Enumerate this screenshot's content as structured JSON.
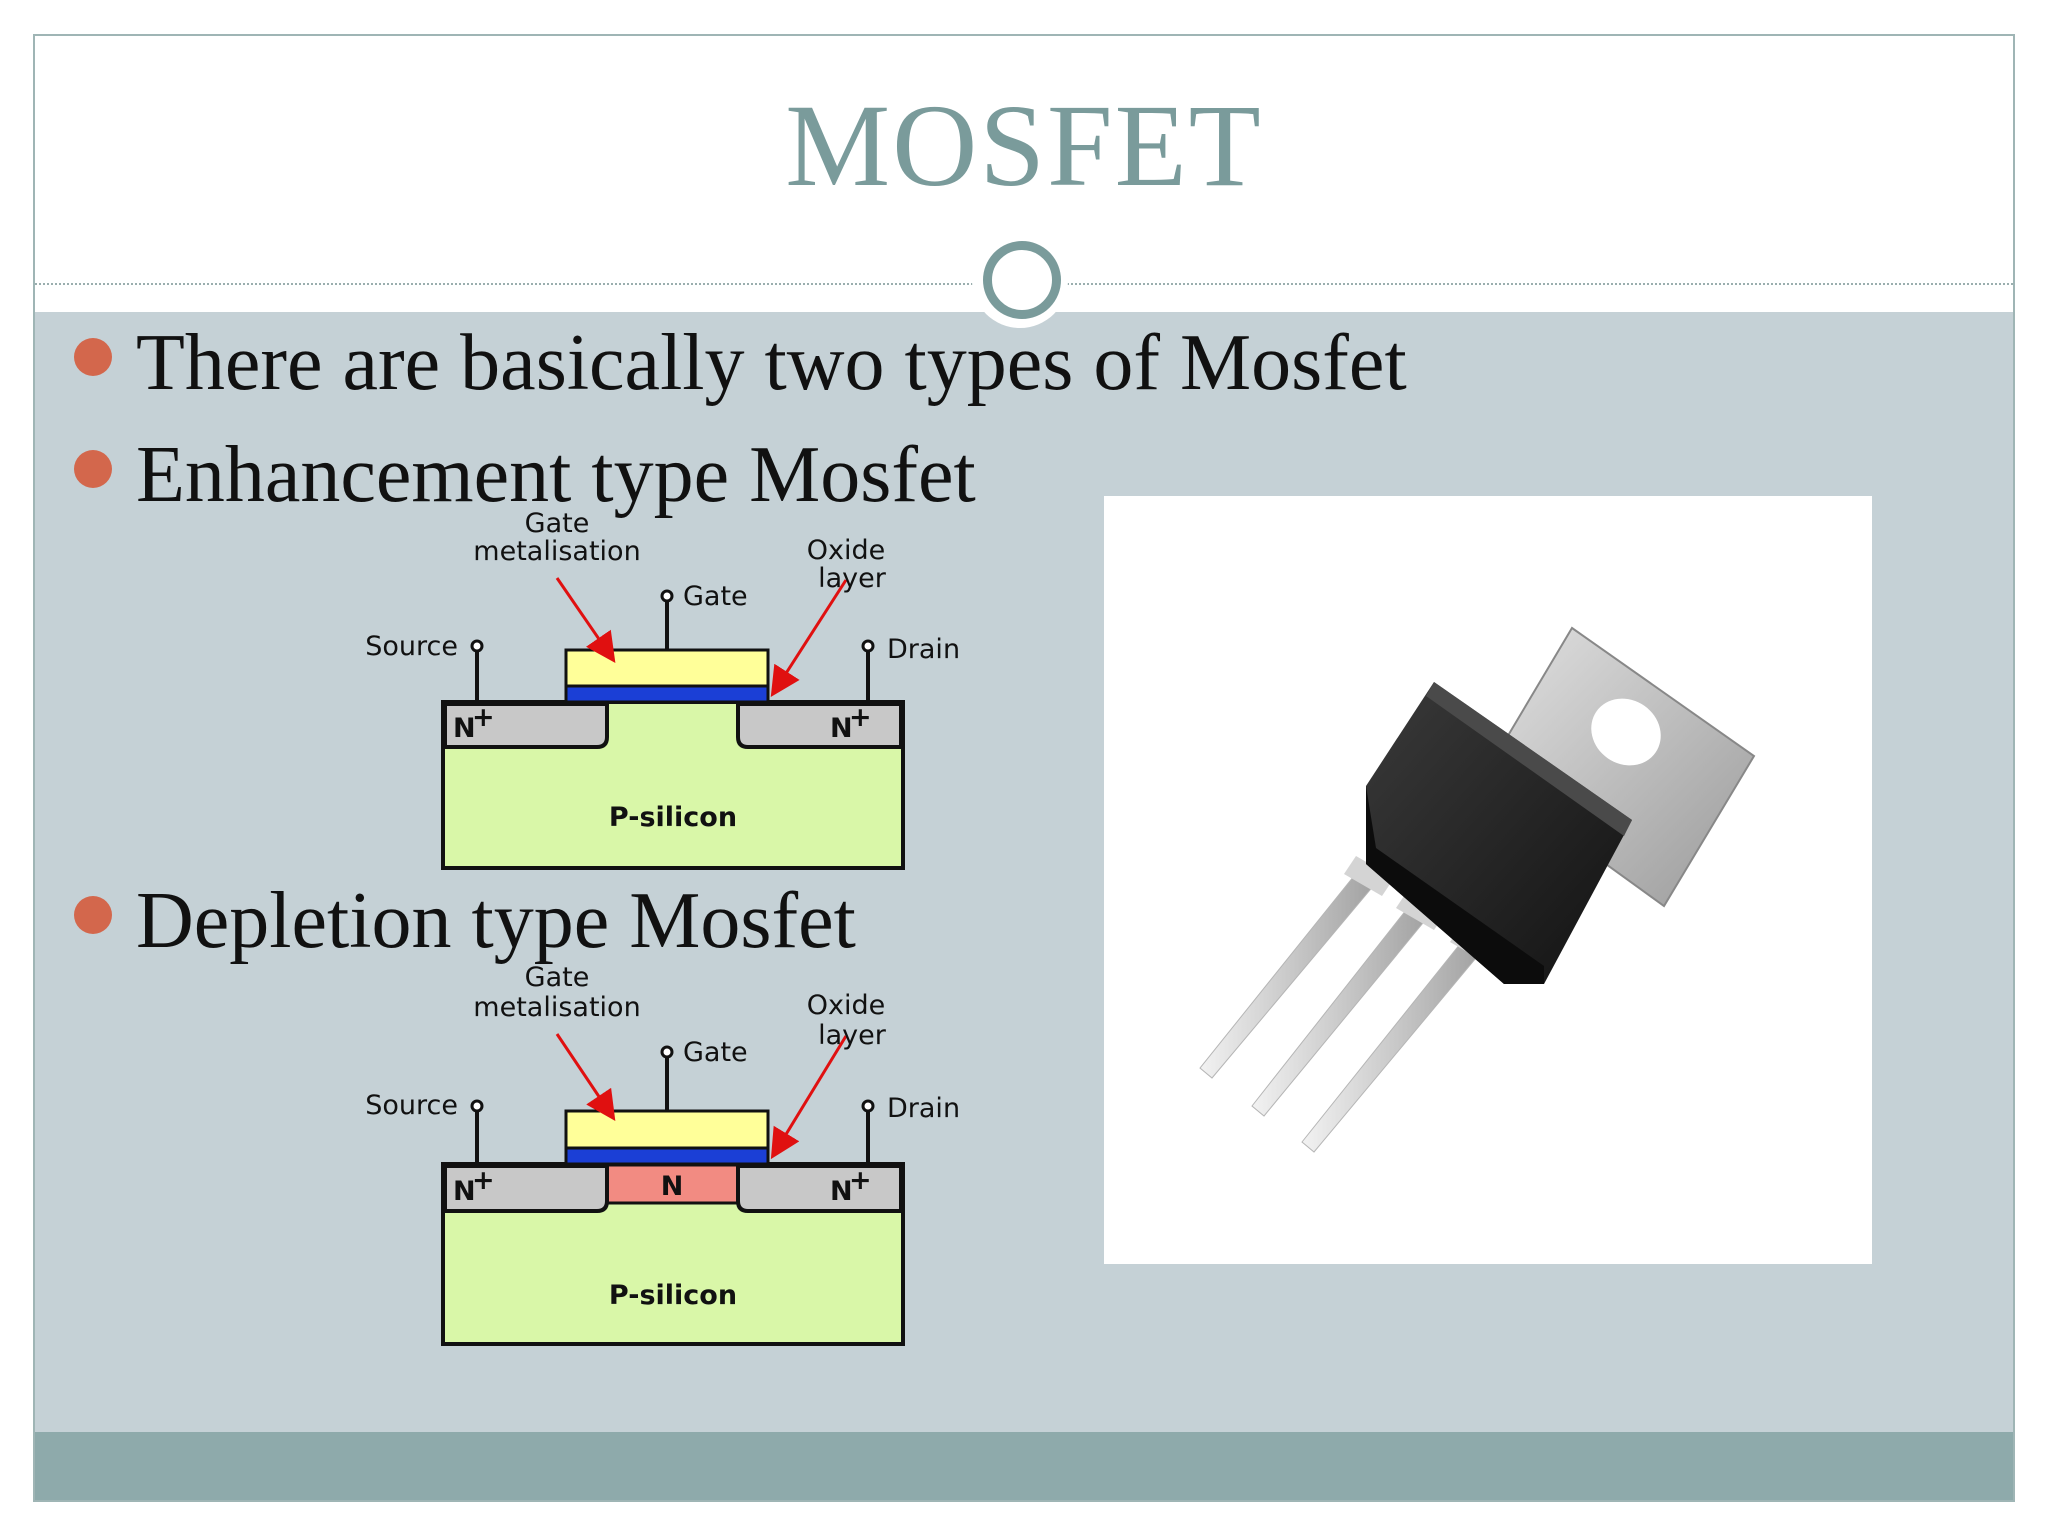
{
  "slide": {
    "title": "MOSFET",
    "bullets": [
      "There are basically two types of Mosfet",
      "Enhancement type Mosfet",
      "Depletion type Mosfet"
    ]
  },
  "diagrams": {
    "enhancement": {
      "gate_metal_label_1": "Gate",
      "gate_metal_label_2": "metalisation",
      "gate_label": "Gate",
      "oxide_label_1": "Oxide",
      "oxide_label_2": "layer",
      "source_label": "Source",
      "drain_label": "Drain",
      "n_left": "N",
      "n_right": "N",
      "plus": "+",
      "substrate_label": "P-silicon"
    },
    "depletion": {
      "gate_metal_label_1": "Gate",
      "gate_metal_label_2": "metalisation",
      "gate_label": "Gate",
      "oxide_label_1": "Oxide",
      "oxide_label_2": "layer",
      "source_label": "Source",
      "drain_label": "Drain",
      "n_left": "N",
      "n_right": "N",
      "n_channel": "N",
      "plus": "+",
      "substrate_label": "P-silicon"
    }
  },
  "colors": {
    "title": "#7a9b9b",
    "bullet": "#d3674c",
    "body_bg": "#c5d1d6",
    "footer": "#8eaaab",
    "gate_metal": "#ffff99",
    "oxide": "#1b3fd6",
    "n_region": "#c8c8c8",
    "substrate": "#d9f7a8",
    "n_channel": "#f28b82",
    "arrow": "#e01010"
  },
  "photo": {
    "icon": "to220-transistor-photo"
  }
}
